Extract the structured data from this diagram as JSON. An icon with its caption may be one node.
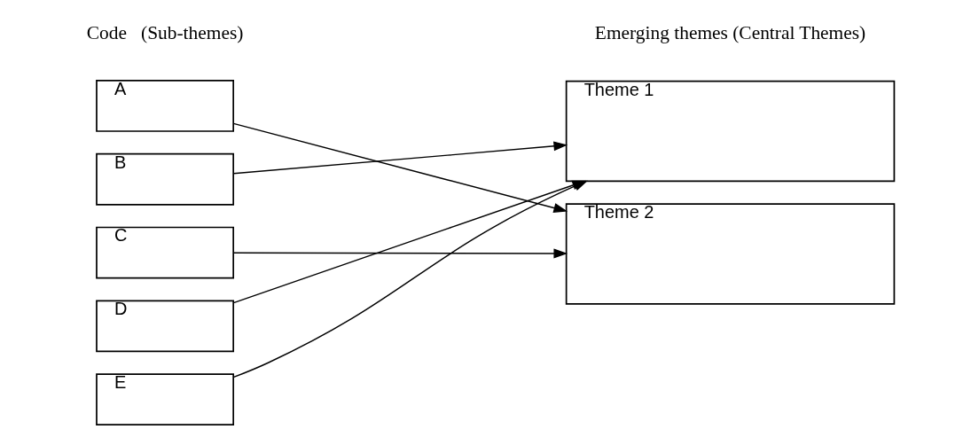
{
  "diagram": {
    "nodes": [
      {
        "text": [
          "A"
        ]
      },
      {
        "text": [
          "B"
        ]
      },
      {
        "text": [
          "C"
        ]
      },
      {
        "text": [
          "D"
        ]
      },
      {
        "text": [
          "E"
        ]
      },
      {
        "text": [
          "Theme 1"
        ]
      },
      {
        "text": [
          "Theme 2"
        ]
      }
    ],
    "edges": [
      {
        "from": 0,
        "to": 6,
        "arrow": "to"
      },
      {
        "from": 1,
        "to": 5,
        "arrow": "to"
      },
      {
        "from": 2,
        "to": 6,
        "arrow": "to"
      },
      {
        "from": 3,
        "to": 5,
        "arrow": "to"
      },
      {
        "from": 4,
        "to": 5,
        "arrow": "to"
      }
    ],
    "labels": [
      "Code   (Sub-themes)",
      "Emerging themes (Central Themes)"
    ]
  }
}
